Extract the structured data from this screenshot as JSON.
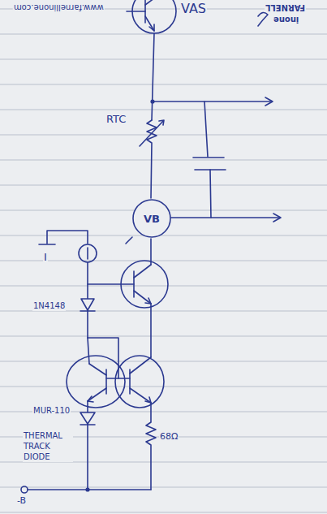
{
  "diagram": {
    "nodes": [
      {
        "text": [
          "VB"
        ]
      }
    ],
    "labels": [
      "www.farnellinone.com",
      "FARNELL",
      "inone",
      "VAS",
      "RTC",
      "I",
      "1N4148",
      "MUR-110",
      "THERMAL TRACK DIODE",
      "68Ω",
      "-B"
    ]
  }
}
